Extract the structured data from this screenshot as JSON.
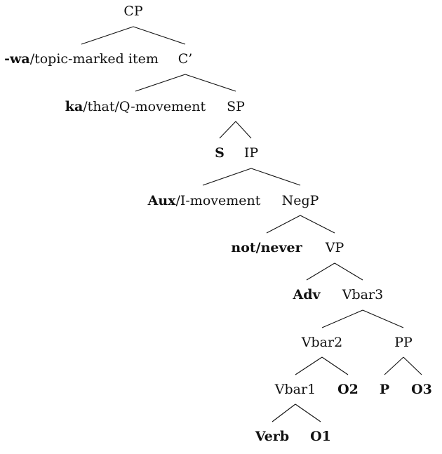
{
  "tree": {
    "cp": "CP",
    "wa_bold": "-wa",
    "wa_rest": "/topic-marked item",
    "cbar": "C’",
    "ka_bold": "ka",
    "ka_rest": "/that/Q-movement",
    "sp": "SP",
    "s": "S",
    "ip": "IP",
    "aux_bold": "Aux",
    "aux_rest": "/I-movement",
    "negp": "NegP",
    "not_never": "not/never",
    "vp": "VP",
    "adv": "Adv",
    "vbar3": "Vbar3",
    "vbar2": "Vbar2",
    "pp": "PP",
    "vbar1": "Vbar1",
    "o2": "O2",
    "p": "P",
    "o3": "O3",
    "verb": "Verb",
    "o1": "O1"
  }
}
